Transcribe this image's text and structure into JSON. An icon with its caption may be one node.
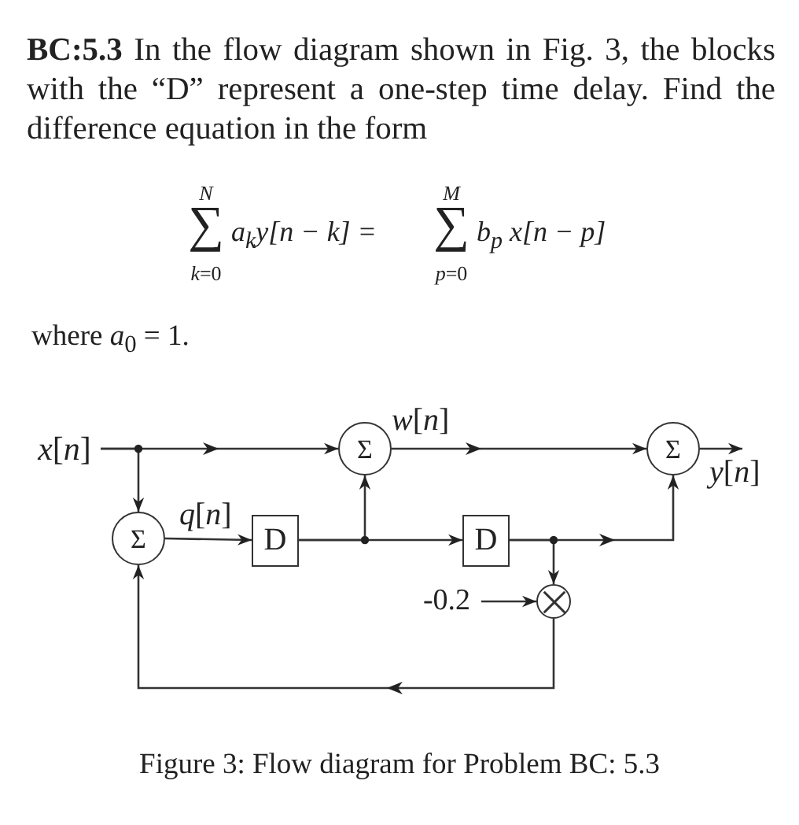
{
  "diagram": {
    "caption": "Figure 3: Flow diagram for Problem BC: 5.3",
    "nodes": [
      {
        "text": [
          "*x*[*n*]"
        ]
      },
      {
        "text": [
          "Σ"
        ]
      },
      {
        "text": [
          "Σ"
        ]
      },
      {
        "text": [
          "Σ"
        ]
      },
      {
        "text": [
          "D"
        ]
      },
      {
        "text": [
          "D"
        ]
      },
      {
        "text": [
          "-0.2"
        ]
      },
      {
        "text": [],
        "shape": "circle"
      }
    ],
    "edges": [
      {
        "from": 0,
        "to": 1,
        "arrow": "to"
      },
      {
        "from": 0,
        "to": 3,
        "arrow": "to"
      },
      {
        "from": 1,
        "to": 2,
        "arrow": "to",
        "label": "*w*[*n*]"
      },
      {
        "from": 2,
        "to": null,
        "arrow": "to",
        "label": "*y*[*n*]"
      },
      {
        "from": 3,
        "to": 4,
        "arrow": "to",
        "label": "*q*[*n*]"
      },
      {
        "from": 4,
        "to": 1,
        "arrow": "to"
      },
      {
        "from": 4,
        "to": 5,
        "arrow": "to"
      },
      {
        "from": 5,
        "to": 2,
        "arrow": "to"
      },
      {
        "from": 5,
        "to": 7,
        "arrow": "to"
      },
      {
        "from": 6,
        "to": 7,
        "arrow": "to"
      },
      {
        "from": 7,
        "to": 3,
        "arrow": "to"
      }
    ],
    "labels": [
      "**BC:5.3** In the flow diagram shown in Fig. 3, the blocks with the “D” represent a one-step time delay. Find the difference equation in the form",
      "*N*",
      "∑",
      "a$_{k}$y[n − k] =",
      "*k*=0",
      "*M*",
      "∑",
      "b$_{p}$ x[n − p]",
      "*p*=0",
      "where *a*$_{0}$ = 1."
    ]
  }
}
